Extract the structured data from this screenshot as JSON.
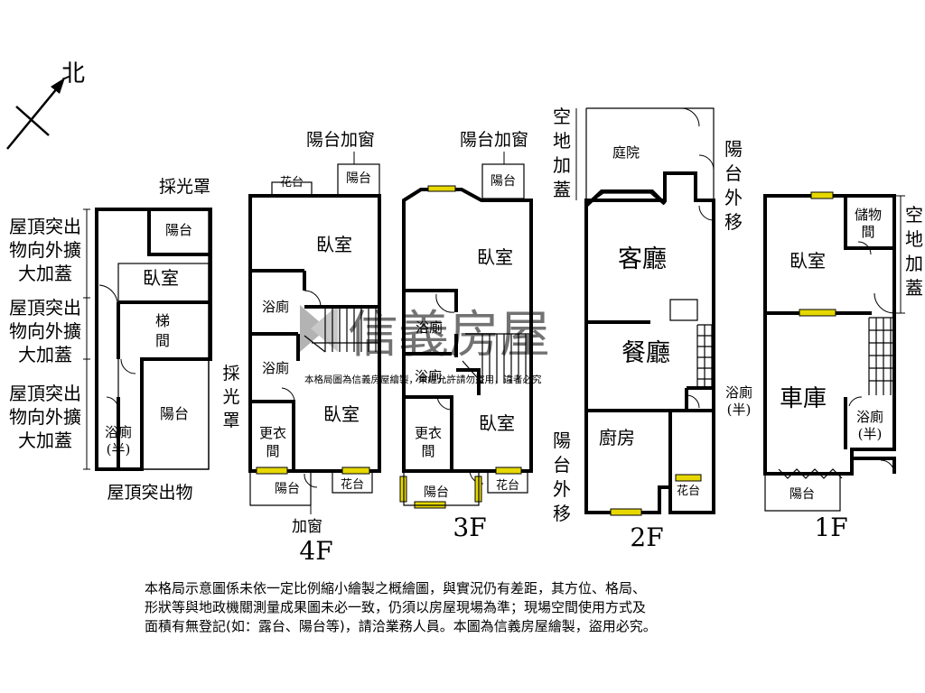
{
  "compass": {
    "north": "北"
  },
  "watermark": {
    "brand": "信義房屋",
    "notice": "本格局圖為信義房屋繪製，未經允許請勿盜用，違者必究"
  },
  "floors": {
    "roof": {
      "skylight": "採光罩",
      "ext_a": [
        "屋頂突出",
        "物向外擴",
        "大加蓋"
      ],
      "ext_b": [
        "屋頂突出",
        "物向外擴",
        "大加蓋"
      ],
      "ext_c": [
        "屋頂突出",
        "物向外擴",
        "大加蓋"
      ],
      "balcony_top": "陽台",
      "bedroom": "臥室",
      "stair": [
        "梯",
        "間"
      ],
      "bath": [
        "浴廁",
        "(半)"
      ],
      "balcony_big": "陽台",
      "skylight_side": [
        "採",
        "光",
        "罩"
      ],
      "caption": "屋頂突出物"
    },
    "f4": {
      "label": "4F",
      "enclosed_balcony": "陽台加窗",
      "planter_top": "花台",
      "balcony_top": "陽台",
      "bedroom_top": "臥室",
      "bath1": "浴廁",
      "bath2": "浴廁",
      "closet": [
        "更衣",
        "間"
      ],
      "bedroom_bottom": "臥室",
      "balcony_bottom": "陽台",
      "planter_bottom": "花台",
      "window_added": "加窗"
    },
    "f3": {
      "label": "3F",
      "enclosed_balcony": "陽台加窗",
      "balcony_top": "陽台",
      "bedroom_top": "臥室",
      "bath1": "浴廁",
      "bath2": "浴廁",
      "closet": [
        "更衣",
        "間"
      ],
      "bedroom_bottom": "臥室",
      "balcony_bottom": "陽台",
      "planter_bottom": "花台"
    },
    "f2": {
      "label": "2F",
      "vacant_cover": [
        "空",
        "地",
        "加",
        "蓋"
      ],
      "courtyard": "庭院",
      "balcony_out_top": [
        "陽",
        "台",
        "外",
        "移"
      ],
      "living": "客廳",
      "dining": "餐廳",
      "bath_half": [
        "浴廁",
        "(半)"
      ],
      "kitchen": "廚房",
      "balcony_out_left": [
        "陽",
        "台",
        "外",
        "移"
      ],
      "planter": "花台"
    },
    "f1": {
      "label": "1F",
      "storage": [
        "儲物",
        "間"
      ],
      "vacant_cover": [
        "空",
        "地",
        "加",
        "蓋"
      ],
      "bedroom": "臥室",
      "garage": "車庫",
      "bath_half": [
        "浴廁",
        "(半)"
      ],
      "balcony": "陽台"
    }
  },
  "disclaimer": [
    "本格局示意圖係未依一定比例縮小繪製之概繪圖，與實況仍有差距，其方位、格局、",
    "形狀等與地政機關測量成果圖未必一致，仍須以房屋現場為準；現場空間使用方式及",
    "面積有無登記(如：露台、陽台等)，請洽業務人員。本圖為信義房屋繪製，盜用必究。"
  ],
  "colors": {
    "window": "#e6d800",
    "watermark": "#9a9a9a",
    "walls": "#000000"
  }
}
